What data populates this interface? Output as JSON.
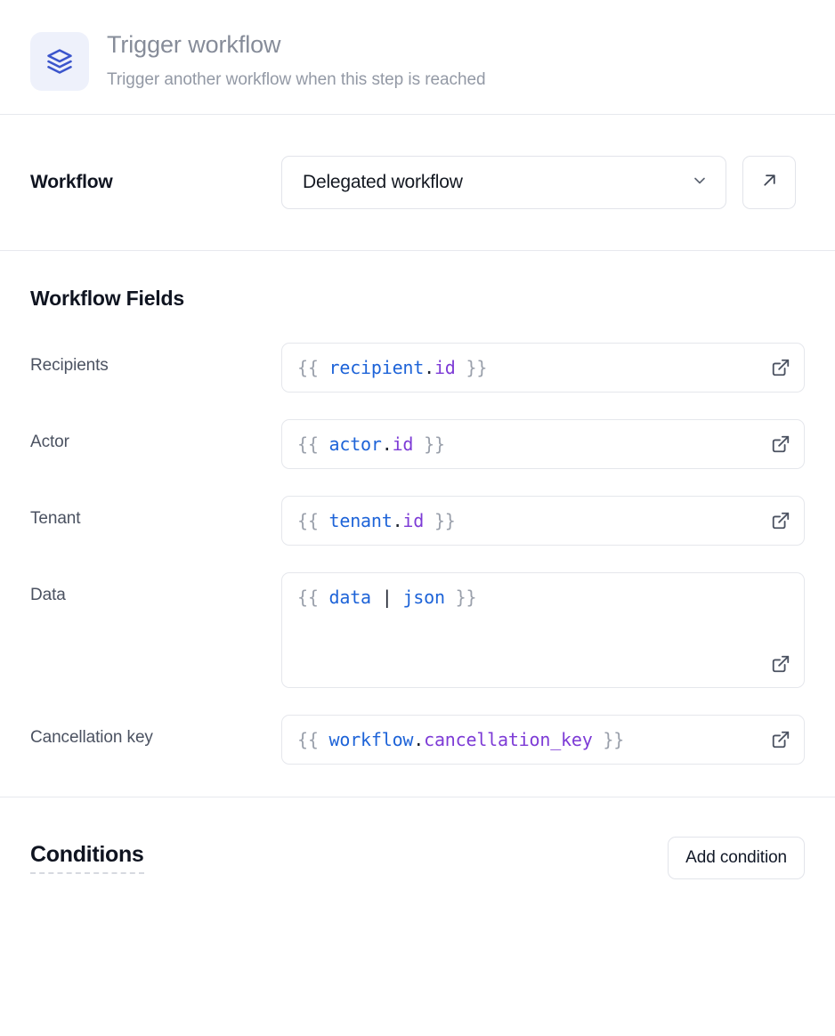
{
  "header": {
    "icon": "layers-icon",
    "title": "Trigger workflow",
    "subtitle": "Trigger another workflow when this step is reached",
    "icon_color": "#3b55cc",
    "icon_bg": "#eef1fb"
  },
  "workflow": {
    "label": "Workflow",
    "selected": "Delegated workflow",
    "dropdown_icon": "chevron-down-icon",
    "open_button_icon": "arrow-up-right-icon"
  },
  "fields": {
    "heading": "Workflow Fields",
    "items": [
      {
        "label": "Recipients",
        "value": "{{ recipient.id }}",
        "tokens": [
          {
            "t": "{{ ",
            "c": "brace"
          },
          {
            "t": "recipient",
            "c": "obj"
          },
          {
            "t": ".",
            "c": "punct"
          },
          {
            "t": "id",
            "c": "prop"
          },
          {
            "t": " }}",
            "c": "brace"
          }
        ],
        "multiline": false,
        "open_icon": "external-link-icon"
      },
      {
        "label": "Actor",
        "value": "{{ actor.id }}",
        "tokens": [
          {
            "t": "{{ ",
            "c": "brace"
          },
          {
            "t": "actor",
            "c": "obj"
          },
          {
            "t": ".",
            "c": "punct"
          },
          {
            "t": "id",
            "c": "prop"
          },
          {
            "t": " }}",
            "c": "brace"
          }
        ],
        "multiline": false,
        "open_icon": "external-link-icon"
      },
      {
        "label": "Tenant",
        "value": "{{ tenant.id }}",
        "tokens": [
          {
            "t": "{{ ",
            "c": "brace"
          },
          {
            "t": "tenant",
            "c": "obj"
          },
          {
            "t": ".",
            "c": "punct"
          },
          {
            "t": "id",
            "c": "prop"
          },
          {
            "t": " }}",
            "c": "brace"
          }
        ],
        "multiline": false,
        "open_icon": "external-link-icon"
      },
      {
        "label": "Data",
        "value": "{{ data | json }}",
        "tokens": [
          {
            "t": "{{ ",
            "c": "brace"
          },
          {
            "t": "data",
            "c": "obj"
          },
          {
            "t": " | ",
            "c": "punct"
          },
          {
            "t": "json",
            "c": "obj"
          },
          {
            "t": " }}",
            "c": "brace"
          }
        ],
        "multiline": true,
        "open_icon": "external-link-icon"
      },
      {
        "label": "Cancellation key",
        "value": "{{ workflow.cancellation_key }}",
        "tokens": [
          {
            "t": "{{ ",
            "c": "brace"
          },
          {
            "t": "workflow",
            "c": "obj"
          },
          {
            "t": ".",
            "c": "punct"
          },
          {
            "t": "cancellation_key",
            "c": "prop"
          },
          {
            "t": " }}",
            "c": "brace"
          }
        ],
        "multiline": false,
        "open_icon": "external-link-icon"
      }
    ]
  },
  "conditions": {
    "title": "Conditions",
    "add_label": "Add condition"
  },
  "colors": {
    "accent": "#3b55cc",
    "code_object": "#1d63d8",
    "code_property": "#7d3bd6",
    "code_brace": "#9aa0ab",
    "border": "#e2e4ea",
    "divider": "#e7e9ee"
  }
}
